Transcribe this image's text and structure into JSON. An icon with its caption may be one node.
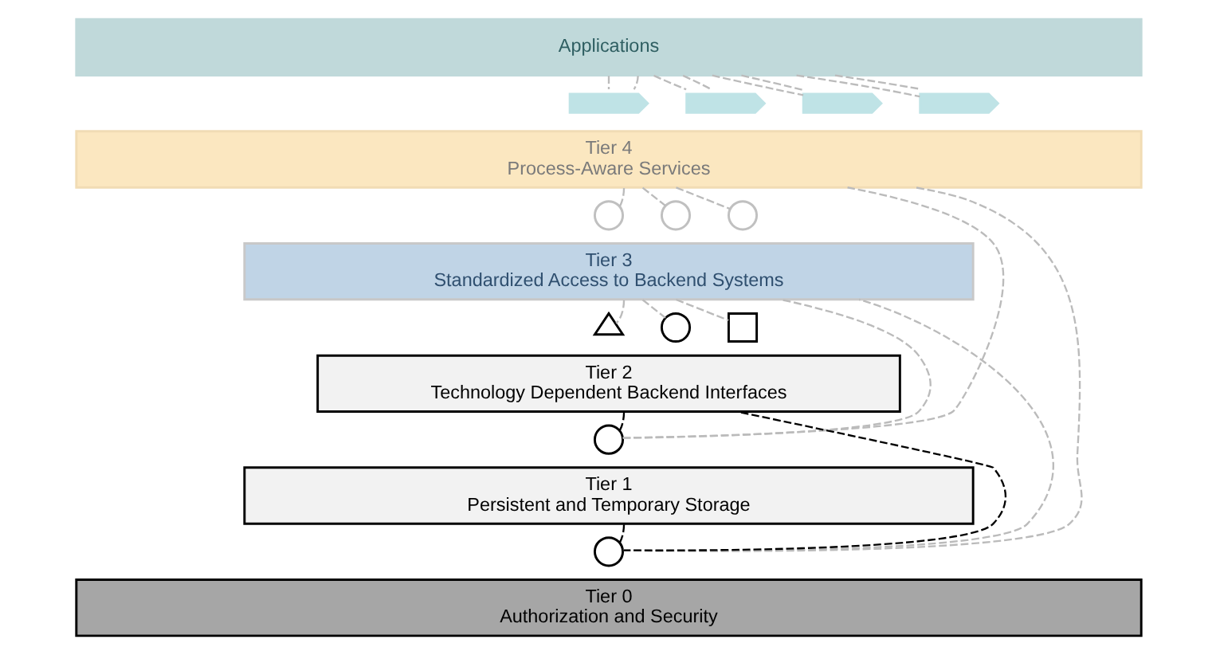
{
  "diagram": {
    "nodes": [
      {
        "text": [
          "Applications"
        ]
      },
      {
        "text": [
          "Tier 4",
          "Process-Aware Services"
        ]
      },
      {
        "text": [],
        "shape": "chevron"
      },
      {
        "text": [],
        "shape": "chevron"
      },
      {
        "text": [],
        "shape": "chevron"
      },
      {
        "text": [],
        "shape": "chevron"
      },
      {
        "text": [
          "Tier 3",
          "Standardized Access to Backend Systems"
        ]
      },
      {
        "text": [],
        "shape": "circle"
      },
      {
        "text": [],
        "shape": "circle"
      },
      {
        "text": [],
        "shape": "circle"
      },
      {
        "text": [
          "Tier 2",
          "Technology Dependent Backend Interfaces"
        ]
      },
      {
        "text": [],
        "shape": "triangle"
      },
      {
        "text": [],
        "shape": "circle"
      },
      {
        "text": [],
        "shape": "box"
      },
      {
        "text": [
          "Tier 1",
          "Persistent and Temporary Storage"
        ]
      },
      {
        "text": [],
        "shape": "circle"
      },
      {
        "text": [
          "Tier 0",
          "Authorization and Security"
        ]
      },
      {
        "text": [],
        "shape": "circle"
      }
    ],
    "edges": [
      {
        "from": 0,
        "to": 2,
        "arrow": "none",
        "style": "dashed"
      },
      {
        "from": 0,
        "to": 2,
        "arrow": "none",
        "style": "dashed"
      },
      {
        "from": 0,
        "to": 3,
        "arrow": "none",
        "style": "dashed"
      },
      {
        "from": 0,
        "to": 3,
        "arrow": "none",
        "style": "dashed"
      },
      {
        "from": 0,
        "to": 4,
        "arrow": "none",
        "style": "dashed"
      },
      {
        "from": 0,
        "to": 4,
        "arrow": "none",
        "style": "dashed"
      },
      {
        "from": 0,
        "to": 5,
        "arrow": "none",
        "style": "dashed"
      },
      {
        "from": 0,
        "to": 5,
        "arrow": "none",
        "style": "dashed"
      },
      {
        "from": 1,
        "to": 7,
        "arrow": "none",
        "style": "dashed"
      },
      {
        "from": 1,
        "to": 8,
        "arrow": "none",
        "style": "dashed"
      },
      {
        "from": 1,
        "to": 9,
        "arrow": "none",
        "style": "dashed"
      },
      {
        "from": 6,
        "to": 11,
        "arrow": "none",
        "style": "dashed"
      },
      {
        "from": 6,
        "to": 12,
        "arrow": "none",
        "style": "dashed"
      },
      {
        "from": 6,
        "to": 13,
        "arrow": "none",
        "style": "dashed"
      },
      {
        "from": 17,
        "to": 1,
        "arrow": "none",
        "style": "dashed"
      },
      {
        "from": 17,
        "to": 6,
        "arrow": "none",
        "style": "dashed"
      },
      {
        "from": 17,
        "to": 10,
        "arrow": "none",
        "style": "dashed",
        "color": "#000000"
      },
      {
        "from": 17,
        "to": 14,
        "arrow": "none",
        "style": "dashed",
        "color": "#000000"
      },
      {
        "from": 15,
        "to": 10,
        "arrow": "none",
        "style": "dashed",
        "color": "#000000"
      },
      {
        "from": 15,
        "to": 6,
        "arrow": "none",
        "style": "dashed"
      },
      {
        "from": 15,
        "to": 1,
        "arrow": "none",
        "style": "dashed"
      }
    ]
  }
}
